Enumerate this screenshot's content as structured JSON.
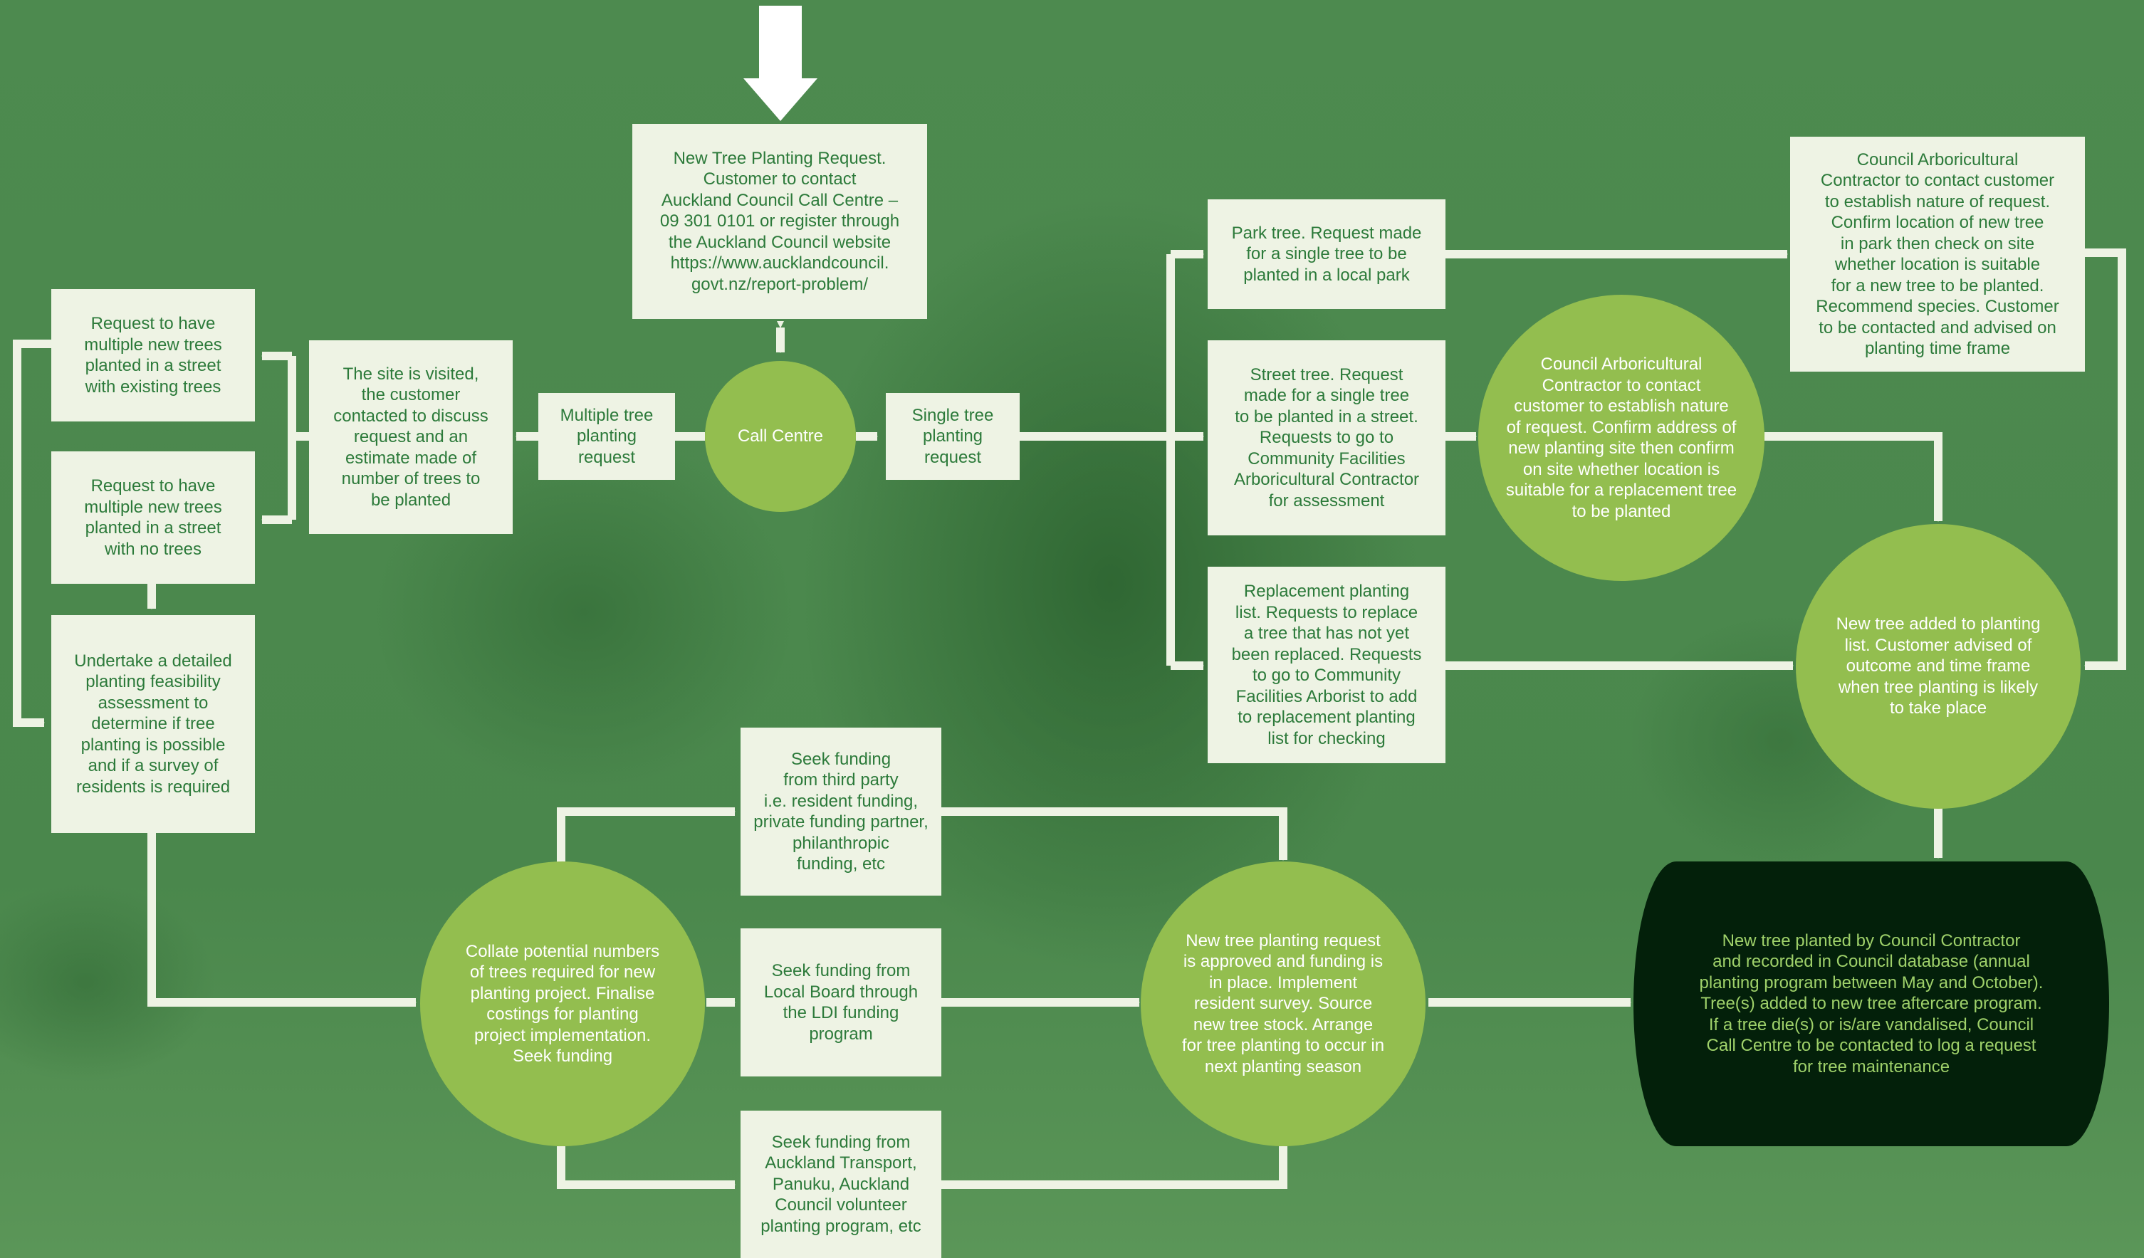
{
  "colors": {
    "background": "#4f8a4f",
    "box_fill": "#eef3e4",
    "box_text": "#2c7a3a",
    "circle_fill": "#93be4f",
    "circle_text": "#ffffff",
    "final_fill": "#03200a",
    "final_text": "#9fd16a",
    "arrow": "#eef3e4"
  },
  "nodes": {
    "new_request": "New Tree Planting Request.\nCustomer to contact\nAuckland Council Call Centre –\n09 301 0101 or register through\nthe Auckland Council website\nhttps://www.aucklandcouncil.\ngovt.nz/report-problem/",
    "call_centre": "Call Centre",
    "multiple_request": "Multiple tree\nplanting\nrequest",
    "single_request": "Single tree\nplanting\nrequest",
    "site_visited": "The site is visited,\nthe customer\ncontacted to discuss\nrequest and an\nestimate made of\nnumber of trees to\nbe planted",
    "existing_trees": "Request to have\nmultiple new trees\nplanted in a street\nwith existing trees",
    "no_trees": "Request to have\nmultiple new trees\nplanted in a street\nwith no trees",
    "feasibility": "Undertake a detailed\nplanting feasibility\nassessment to\ndetermine if tree\nplanting is possible\nand if a survey of\nresidents is required",
    "park_tree": "Park tree. Request made\nfor a single tree to be\nplanted in a local park",
    "street_tree": "Street tree. Request\nmade for a single tree\nto be planted in a street.\nRequests to go to\nCommunity Facilities\nArboricultural Contractor\nfor assessment",
    "replacement": "Replacement planting\nlist. Requests to replace\na tree that has not yet\nbeen replaced. Requests\nto go to Community\nFacilities Arborist to add\nto replacement planting\nlist for checking",
    "contractor_park": "Council Arboricultural\nContractor to contact customer\nto establish nature of request.\nConfirm location of new tree\nin park then check on site\nwhether location is suitable\nfor a new tree to be planted.\nRecommend species. Customer\nto be contacted and advised on\nplanting time frame",
    "contractor_street": "Council Arboricultural\nContractor to contact\ncustomer to establish nature\nof request. Confirm address of\nnew planting site then confirm\non site whether location is\nsuitable for a replacement tree\nto be planted",
    "added_list": "New tree added to planting\nlist. Customer advised of\noutcome and time frame\nwhen tree planting is likely\nto take place",
    "collate": "Collate potential numbers\nof trees required for new\nplanting project. Finalise\ncostings for planting\nproject implementation.\nSeek funding",
    "funding_third": "Seek funding\nfrom third party\ni.e. resident funding,\nprivate funding partner,\nphilanthropic\nfunding, etc",
    "funding_ldi": "Seek funding from\nLocal Board through\nthe LDI funding\nprogram",
    "funding_at": "Seek funding from\nAuckland Transport,\nPanuku, Auckland\nCouncil volunteer\nplanting program, etc",
    "approved": "New tree planting request\nis approved and funding is\nin place. Implement\nresident survey. Source\nnew tree stock. Arrange\nfor tree planting to occur in\nnext planting season",
    "planted": "New tree planted by Council Contractor\nand recorded in Council database (annual\nplanting program between May and October).\nTree(s) added to new tree aftercare program.\nIf a tree die(s) or is/are vandalised, Council\nCall Centre to be contacted to log a request\nfor tree maintenance"
  }
}
